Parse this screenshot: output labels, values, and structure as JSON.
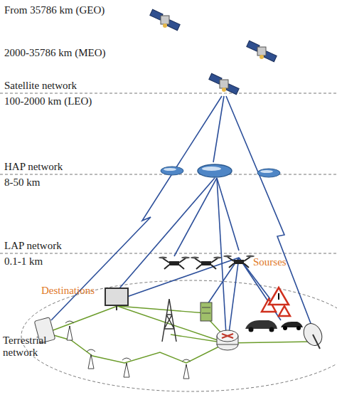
{
  "diagram": {
    "labels": [
      "From 35786 km (GEO)",
      "2000-35786 km (MEO)",
      "Satellite network",
      "100-2000 km (LEO)",
      "HAP network",
      "8-50 km",
      "LAP network",
      "0.1-1 km",
      "Destinations",
      "Sourses",
      "Terrestrial network"
    ]
  }
}
